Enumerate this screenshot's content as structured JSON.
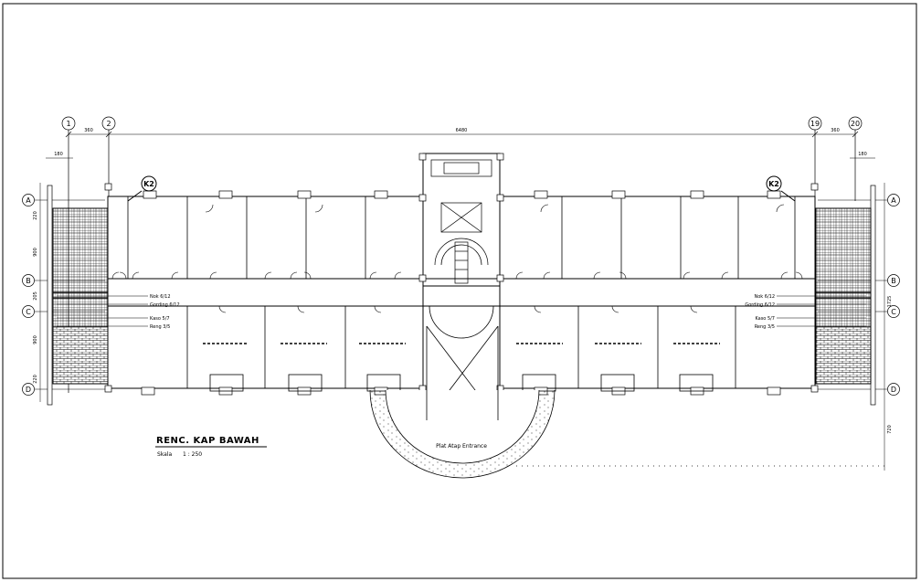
{
  "drawing": {
    "title": "RENC. KAP BAWAH",
    "scale_label": "Skala",
    "scale_value": "1 : 250",
    "entrance_label": "Plat Atap Entrance"
  },
  "grid": {
    "columns": [
      "1",
      "2",
      "19",
      "20"
    ],
    "rows_left": [
      "A",
      "B",
      "C",
      "D"
    ],
    "rows_right": [
      "A",
      "B",
      "C",
      "D"
    ]
  },
  "section_marks": [
    "K2",
    "K2"
  ],
  "dimensions": {
    "overall": "6480",
    "end_bay_left": "360",
    "end_bay_right": "360",
    "offset_left": "180",
    "offset_right": "180",
    "left_segments": [
      "220",
      "900",
      "205",
      "900",
      "220"
    ],
    "right_total": "1725",
    "right_bottom": "720"
  },
  "callouts_left": [
    "Nok 6/12",
    "Gording 6/12",
    "Kaso 5/7",
    "Reng 3/5"
  ],
  "callouts_right": [
    "Nok 6/12",
    "Gording 6/12",
    "Kaso 5/7",
    "Reng 3/5"
  ]
}
